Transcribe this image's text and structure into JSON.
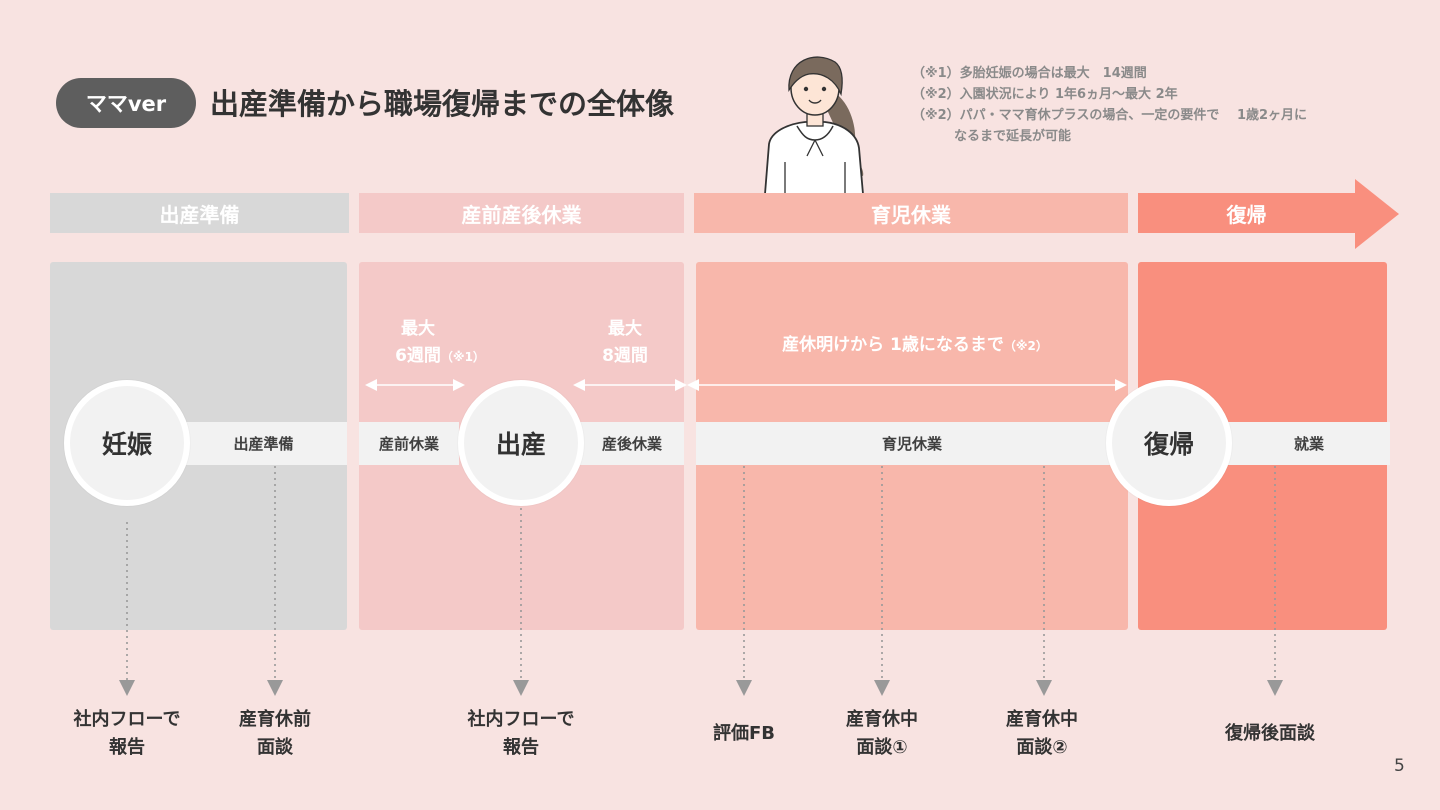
{
  "header": {
    "badge": "ママver",
    "title": "出産準備から職場復帰までの全体像"
  },
  "notes": [
    "（※1）多胎妊娠の場合は最大　14週間",
    "（※2）入園状況により 1年6ヵ月〜最大 2年",
    "（※2）パパ・ママ育休プラスの場合、一定の要件で　 1歳2ヶ月に",
    "なるまで延長が可能"
  ],
  "phases": [
    "出産準備",
    "産前産後休業",
    "育児休業",
    "復帰"
  ],
  "durations": {
    "prenatal_line1": "最大",
    "prenatal_line2": "6週間",
    "prenatal_note": "（※1）",
    "postnatal_line1": "最大",
    "postnatal_line2": "8週間",
    "childcare": "産休明けから 1歳になるまで",
    "childcare_note": "（※2）"
  },
  "milestones": {
    "pregnancy": "妊娠",
    "birth": "出産",
    "return": "復帰"
  },
  "timeline": {
    "prep": "出産準備",
    "prenatal_leave": "産前休業",
    "postnatal_leave": "産後休業",
    "childcare_leave": "育児休業",
    "employment": "就業"
  },
  "bottom_labels": {
    "report1_line1": "社内フローで",
    "report1_line2": "報告",
    "interview_pre_line1": "産育休前",
    "interview_pre_line2": "面談",
    "report2_line1": "社内フローで",
    "report2_line2": "報告",
    "eval_fb": "評価FB",
    "interview_mid1_line1": "産育休中",
    "interview_mid1_line2": "面談①",
    "interview_mid2_line1": "産育休中",
    "interview_mid2_line2": "面談②",
    "post_return": "復帰後面談"
  },
  "page_number": "5",
  "colors": {
    "background": "#f8e3e1",
    "prep": "#d8d8d8",
    "maternity": "#f4c9c8",
    "childcare": "#f8b7ab",
    "return": "#f98f7e"
  },
  "icons": [
    "woman-illustration-icon"
  ]
}
